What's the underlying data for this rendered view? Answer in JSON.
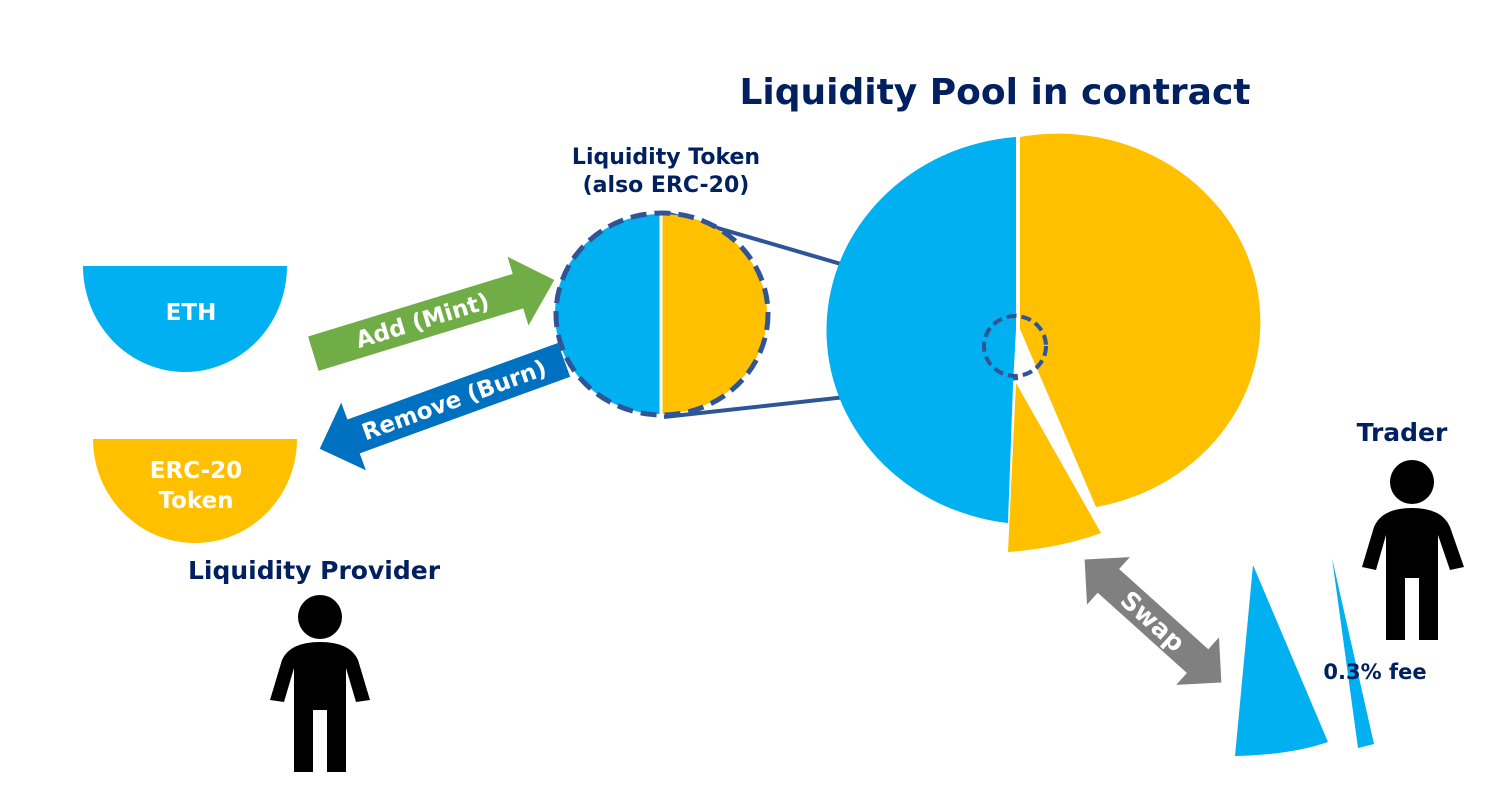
{
  "title": "Liquidity Pool in contract",
  "token_label_line1": "Liquidity Token",
  "token_label_line2": "(also ERC-20)",
  "eth_label": "ETH",
  "erc20_label_line1": "ERC-20",
  "erc20_label_line2": "Token",
  "provider_label": "Liquidity Provider",
  "trader_label": "Trader",
  "add_label": "Add (Mint)",
  "remove_label": "Remove (Burn)",
  "swap_label": "Swap",
  "fee_label": "0.3% fee",
  "colors": {
    "eth": "#00B0F0",
    "token": "#FFC000",
    "add_arrow": "#70AD47",
    "remove_arrow": "#0070C0",
    "swap_arrow": "#808080",
    "navy": "#002060",
    "outline": "#2F5597",
    "person": "#000000"
  }
}
